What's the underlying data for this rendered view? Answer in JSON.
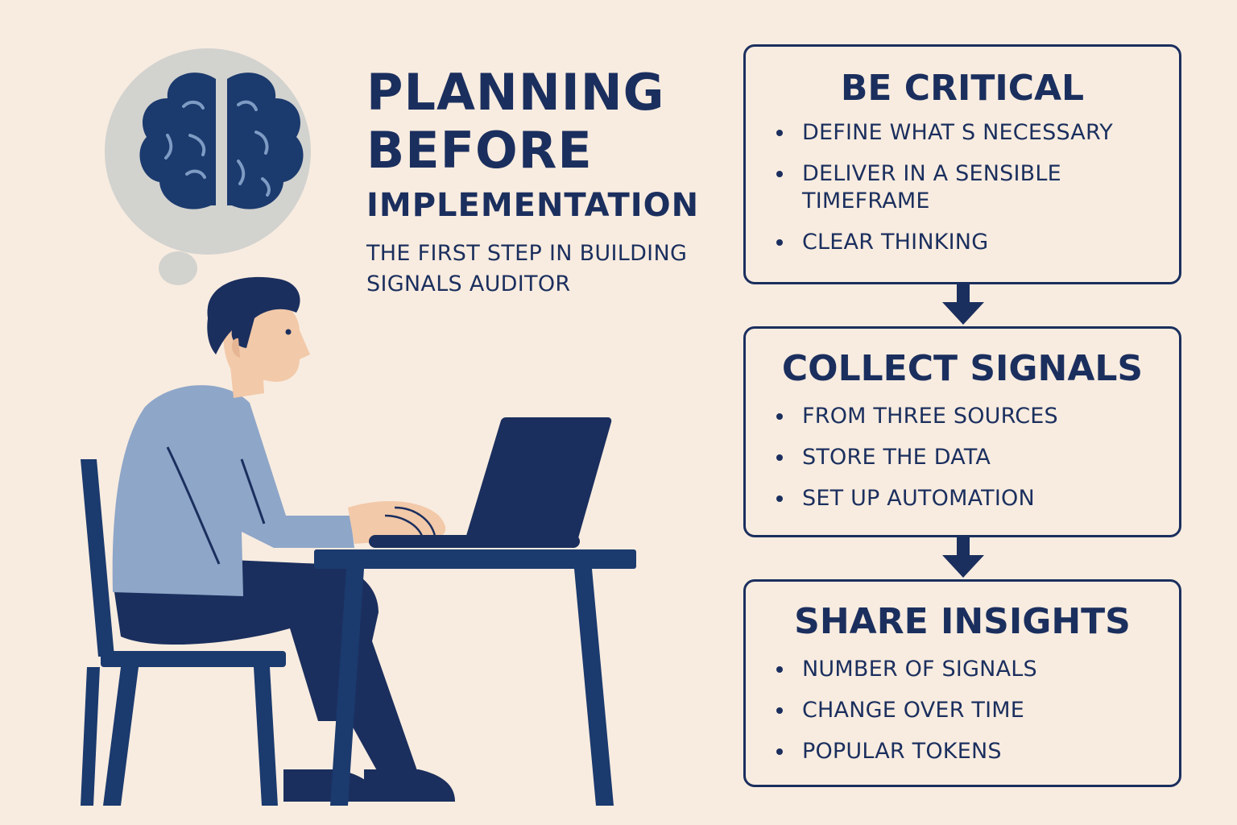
{
  "title": {
    "line1": "Planning",
    "line2": "Before",
    "line3": "Implementation"
  },
  "subtitle": "The first step in building signals auditor",
  "steps": [
    {
      "title": "Be Critical",
      "items": [
        "Define what s necessary",
        "Deliver in a sensible timeframe",
        "Clear thinking"
      ]
    },
    {
      "title": "Collect Signals",
      "items": [
        "From three sources",
        "Store the data",
        "Set up automation"
      ]
    },
    {
      "title": "Share Insights",
      "items": [
        "Number of signals",
        "Change over time",
        "Popular tokens"
      ]
    }
  ],
  "colors": {
    "navy": "#1b2f5e",
    "background": "#f8ece0",
    "shirt": "#8ea6c8",
    "thought_bubble": "#d2d2cf",
    "brain_lines": "#7e9bc4",
    "skin": "#f2c9a9"
  },
  "icons": [
    "brain-icon",
    "arrow-down-icon"
  ]
}
